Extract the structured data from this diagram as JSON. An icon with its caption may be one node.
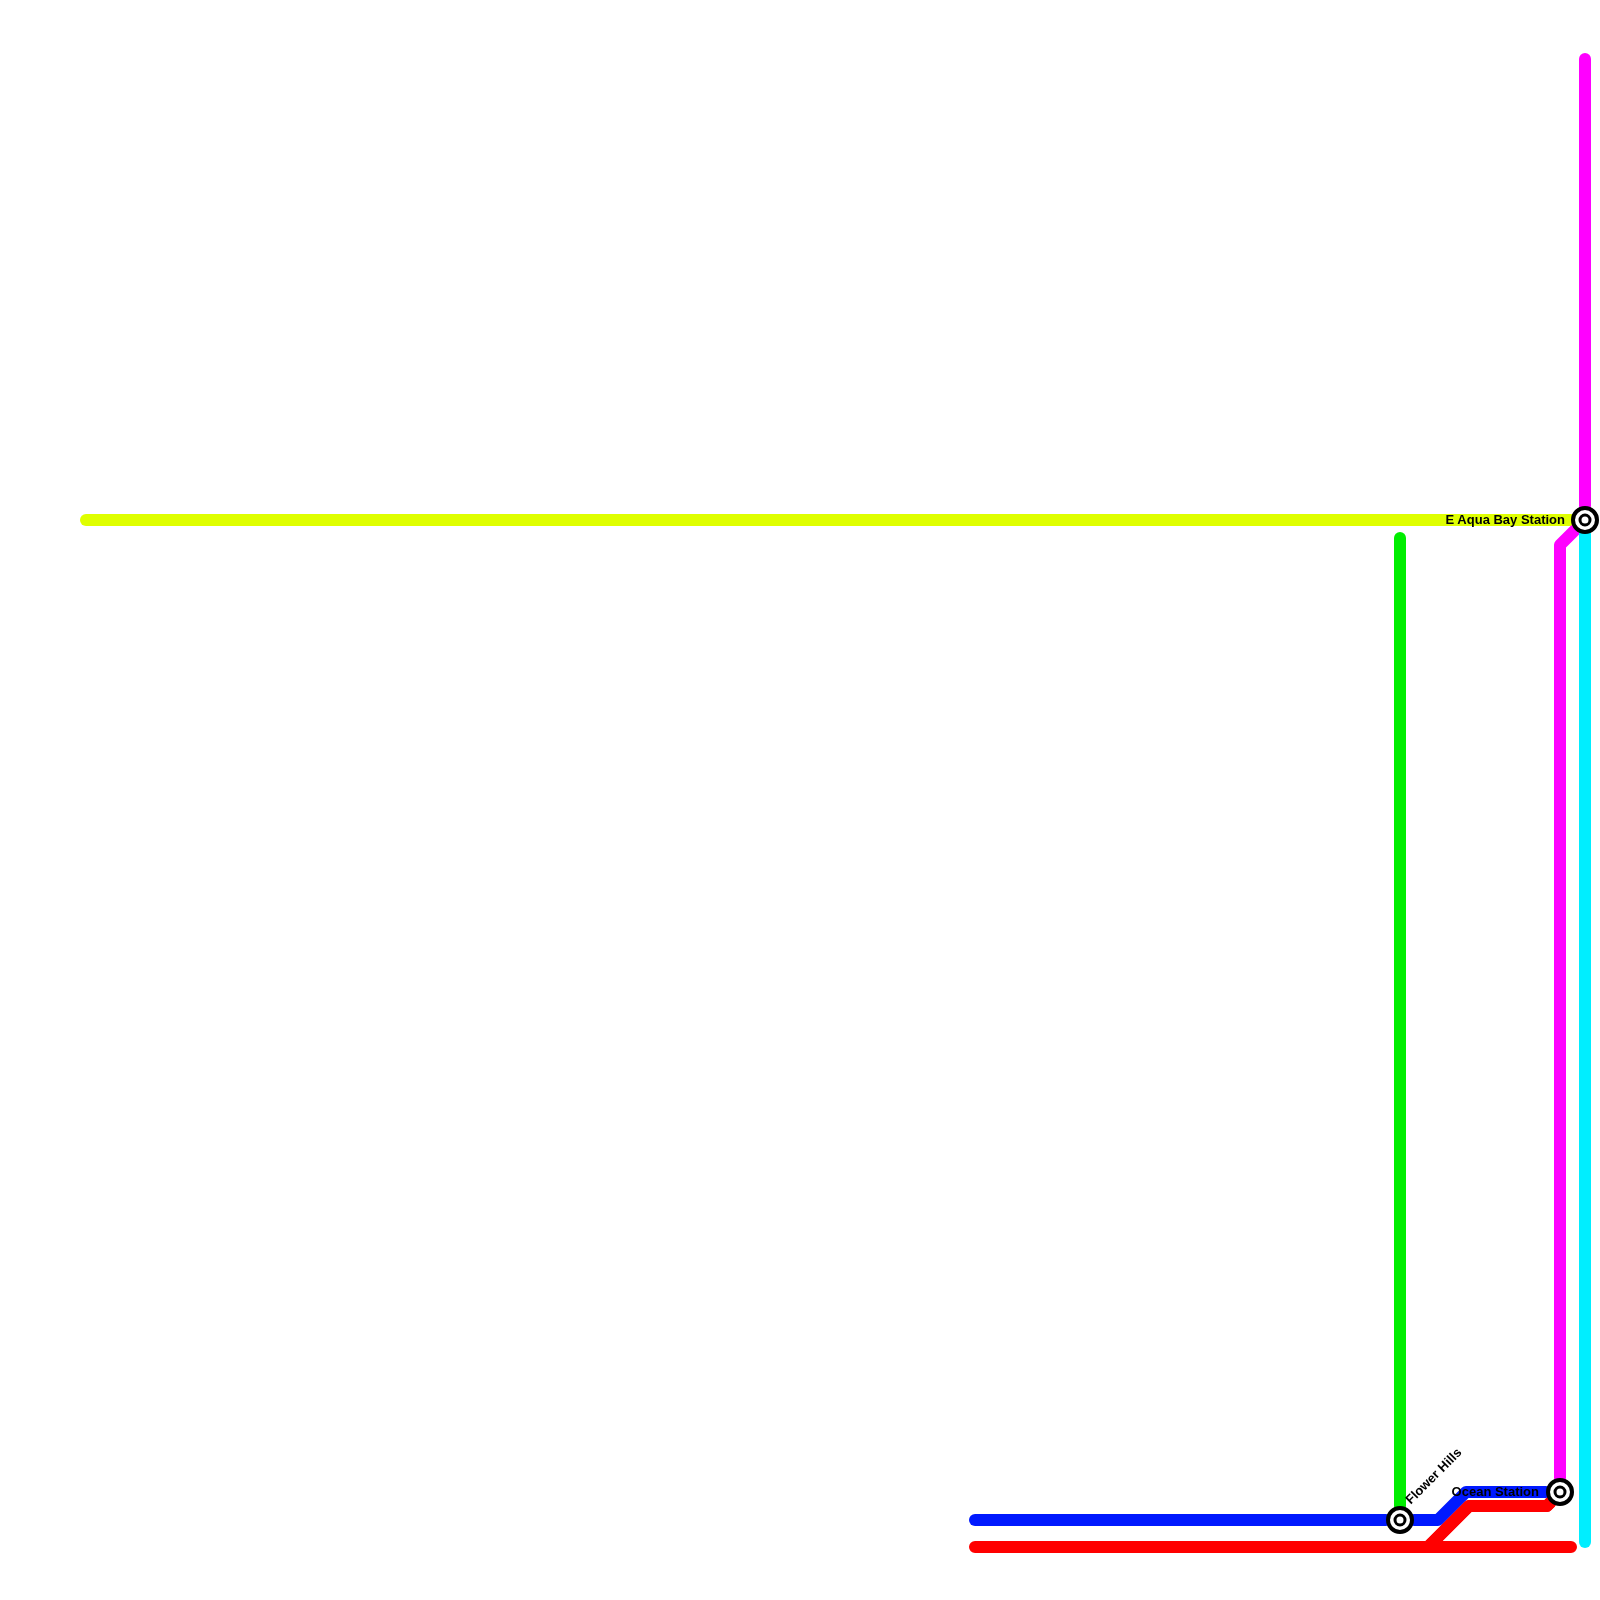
{
  "diagram": {
    "nodes": [
      {
        "text": [],
        "shape": "circle",
        "beside": [
          "E Aqua Bay Station"
        ]
      },
      {
        "text": [],
        "shape": "circle",
        "beside": [
          "Flower Hills"
        ]
      },
      {
        "text": [],
        "shape": "circle",
        "beside": [
          "Ocean Station"
        ]
      }
    ],
    "edges": [
      {
        "from": null,
        "to": 0,
        "arrow": "none",
        "color": "#dfff00"
      },
      {
        "from": null,
        "to": 0,
        "arrow": "none",
        "color": "#ff00ff"
      },
      {
        "from": 0,
        "to": 2,
        "arrow": "none",
        "color": "#ff00ff"
      },
      {
        "from": 0,
        "to": null,
        "arrow": "none",
        "color": "#00eeff"
      },
      {
        "from": null,
        "to": 1,
        "arrow": "none",
        "color": "#00ee00"
      },
      {
        "from": null,
        "to": 1,
        "arrow": "none",
        "color": "#0019ff"
      },
      {
        "from": 1,
        "to": 2,
        "arrow": "none",
        "color": "#0019ff"
      },
      {
        "from": 2,
        "to": null,
        "arrow": "none",
        "color": "#ff0000"
      },
      {
        "from": 2,
        "to": null,
        "arrow": "none",
        "color": "#ff0000"
      }
    ]
  }
}
